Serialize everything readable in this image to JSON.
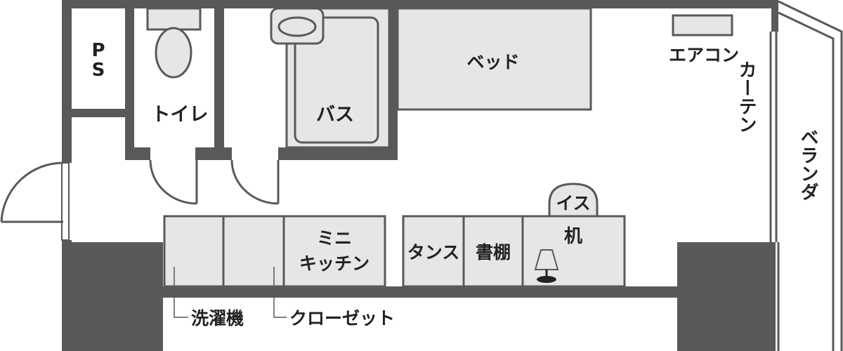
{
  "labels": {
    "ps_p": "P",
    "ps_s": "S",
    "toilet": "トイレ",
    "bath": "バス",
    "bed": "ベッド",
    "aircon": "エアコン",
    "curtain": "カーテン",
    "veranda": "ベランダ",
    "chair": "イス",
    "desk": "机",
    "mini_kitchen_1": "ミニ",
    "mini_kitchen_2": "キッチン",
    "dresser": "タンス",
    "bookshelf": "書棚",
    "washer": "洗濯機",
    "closet": "クローゼット"
  },
  "colors": {
    "wall": "#595959",
    "fixture_fill": "#e6e6e6",
    "text": "#222222",
    "background": "#ffffff"
  }
}
